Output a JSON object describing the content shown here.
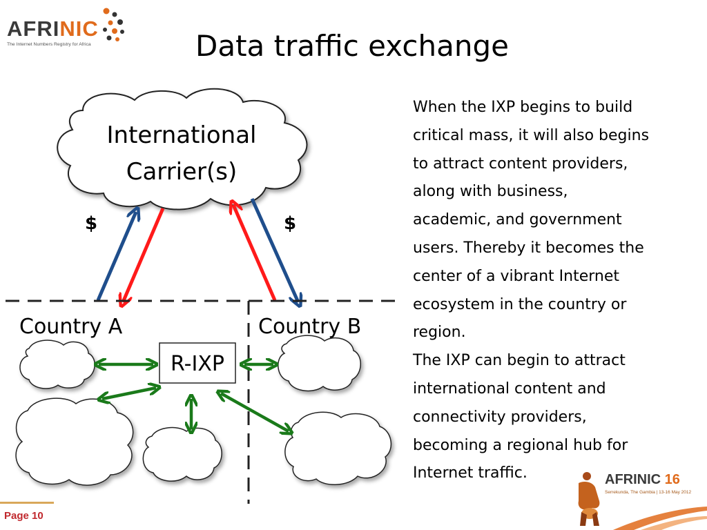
{
  "header": {
    "logo_prefix": "AFRI",
    "logo_accent": "NIC",
    "logo_tagline": "The Internet Numbers Registry for Africa",
    "title": "Data traffic exchange"
  },
  "diagram": {
    "carrier_line1": "International",
    "carrier_line2": "Carrier(s)",
    "dollar_left": "$",
    "dollar_right": "$",
    "country_a": "Country A",
    "country_b": "Country B",
    "rixp": "R-IXP"
  },
  "body": {
    "lines": [
      "When the IXP begins to build",
      "critical mass, it will also begins",
      "to attract content providers,",
      "along with business,",
      "academic, and government",
      "users. Thereby it becomes the",
      "center of a vibrant Internet",
      "ecosystem in the country or",
      "region.",
      "The IXP can begin to attract",
      "international content and",
      "connectivity providers,",
      "becoming a regional hub for",
      "Internet traffic."
    ]
  },
  "footer": {
    "page_label": "Page 10",
    "event_word": "AFRINIC",
    "event_num": "16",
    "event_sub": "Serrekunda, The Gambia | 13-16 May 2012"
  },
  "colors": {
    "blue_arrow": "#1f4e8c",
    "red_arrow": "#ff1a1a",
    "green_arrow": "#1a7a1a",
    "accent_orange": "#e06b1c",
    "page_label_red": "#c0282d"
  }
}
